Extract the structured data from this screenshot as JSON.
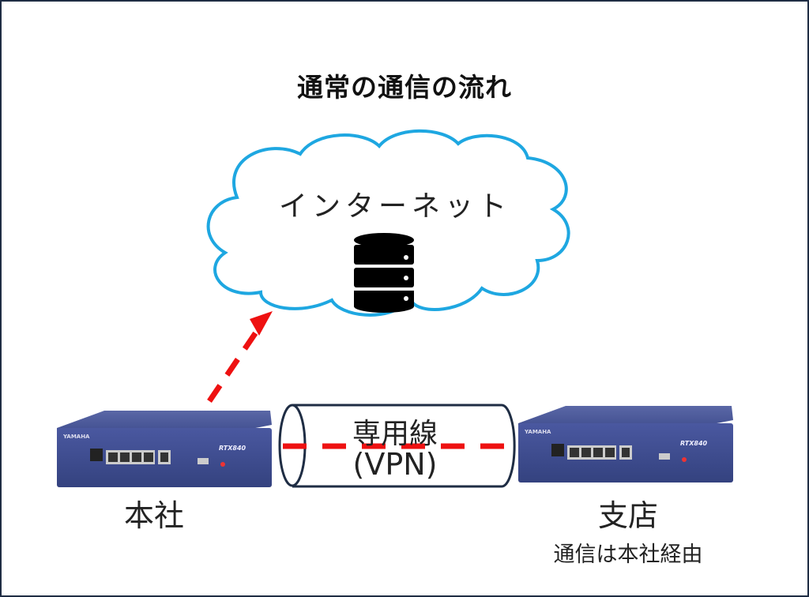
{
  "title": "通常の通信の流れ",
  "cloud": {
    "label": "インターネット",
    "icon": "database-server-icon",
    "color": "#1ea7e1"
  },
  "tunnel": {
    "line1": "専用線",
    "line2": "(VPN)"
  },
  "headquarters": {
    "label": "本社",
    "device_brand": "YAMAHA",
    "device_model": "RTX840"
  },
  "branch": {
    "label": "支店",
    "note": "通信は本社経由",
    "device_brand": "YAMAHA",
    "device_model": "RTX840"
  },
  "colors": {
    "flow": "#ee1111",
    "router": "#3d4b8c",
    "frame": "#1f2d44"
  }
}
